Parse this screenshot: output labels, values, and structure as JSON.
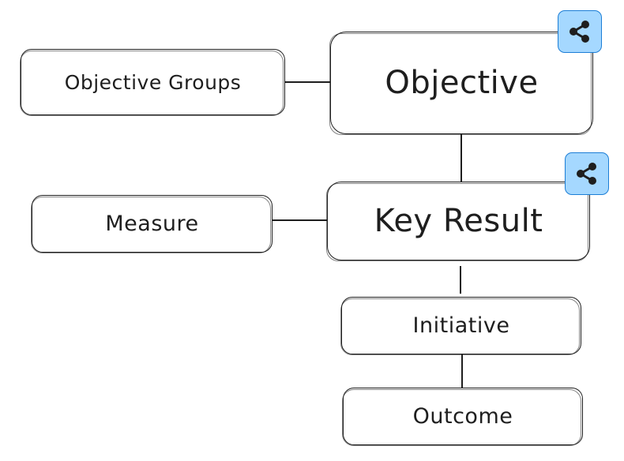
{
  "nodes": {
    "objective_groups": "Objective Groups",
    "objective": "Objective",
    "measure": "Measure",
    "key_result": "Key Result",
    "initiative": "Initiative",
    "outcome": "Outcome"
  },
  "icons": {
    "badge": "share-icon"
  },
  "colors": {
    "stroke": "#1e1e1e",
    "badge_fill": "#a5d8ff",
    "badge_stroke": "#1c7ed6"
  }
}
